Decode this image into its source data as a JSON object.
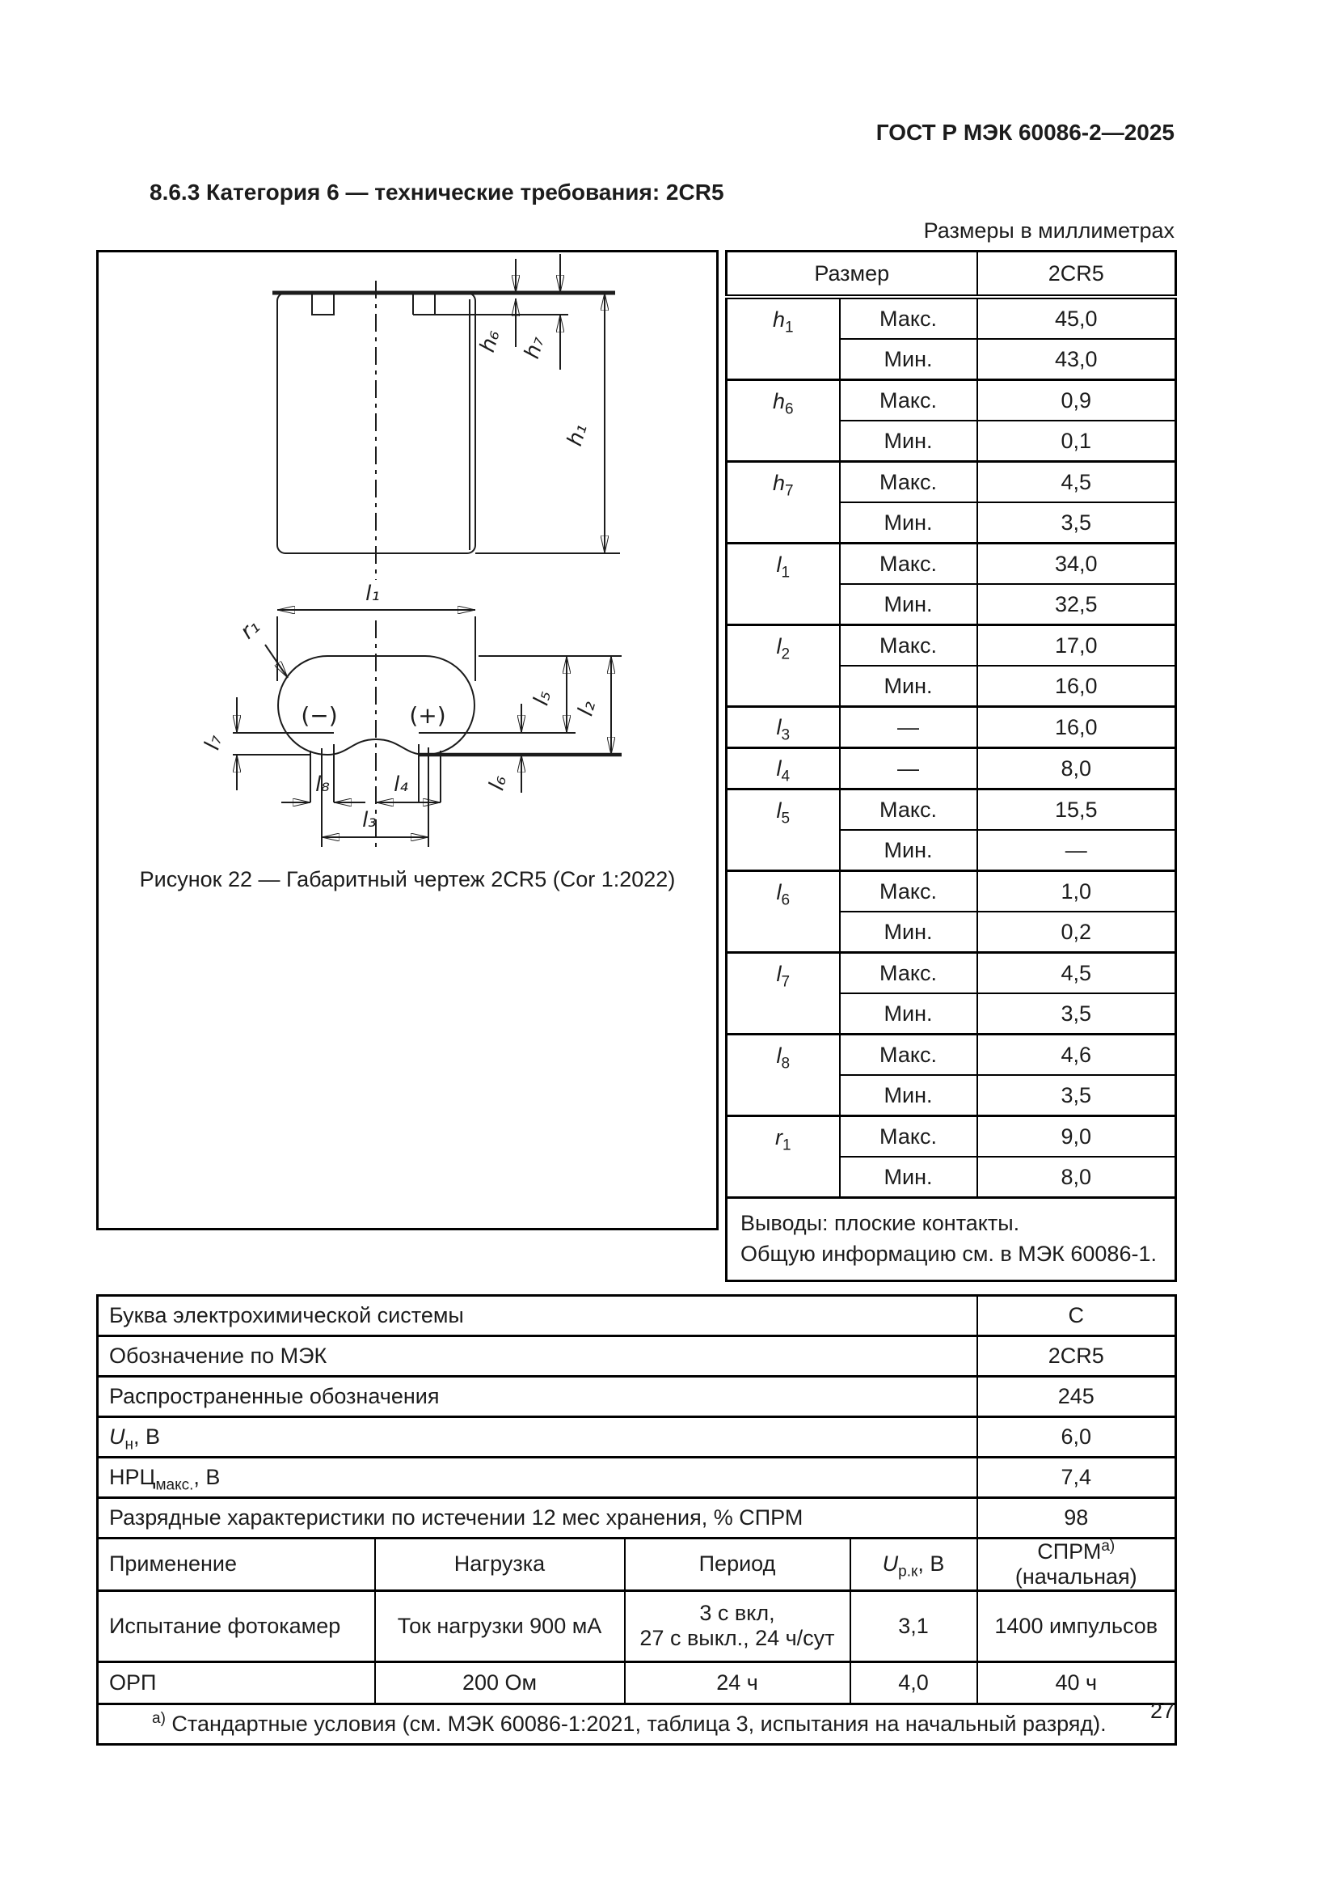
{
  "page": {
    "header": "ГОСТ Р МЭК 60086-2—2025",
    "section_heading": "8.6.3 Категория 6 — технические требования: 2CR5",
    "units_note": "Размеры в миллиметрах",
    "page_number": "27"
  },
  "figure": {
    "caption": "Рисунок 22 — Габаритный чертеж 2CR5 (Cor 1:2022)",
    "labels": {
      "h1": "h₁",
      "h6": "h₆",
      "h7": "h₇",
      "l1": "l₁",
      "l2": "l₂",
      "l3": "l₃",
      "l4": "l₄",
      "l5": "l₅",
      "l6": "l₆",
      "l7": "l₇",
      "l8": "l₈",
      "r1": "r₁",
      "minus": "(−)",
      "plus": "(+)"
    }
  },
  "dim_table": {
    "header": {
      "size": "Размер",
      "type": "2CR5"
    },
    "rows": [
      {
        "param": "h",
        "sub": "1",
        "entries": [
          {
            "bound": "Макс.",
            "value": "45,0"
          },
          {
            "bound": "Мин.",
            "value": "43,0"
          }
        ]
      },
      {
        "param": "h",
        "sub": "6",
        "entries": [
          {
            "bound": "Макс.",
            "value": "0,9"
          },
          {
            "bound": "Мин.",
            "value": "0,1"
          }
        ]
      },
      {
        "param": "h",
        "sub": "7",
        "entries": [
          {
            "bound": "Макс.",
            "value": "4,5"
          },
          {
            "bound": "Мин.",
            "value": "3,5"
          }
        ]
      },
      {
        "param": "l",
        "sub": "1",
        "entries": [
          {
            "bound": "Макс.",
            "value": "34,0"
          },
          {
            "bound": "Мин.",
            "value": "32,5"
          }
        ]
      },
      {
        "param": "l",
        "sub": "2",
        "entries": [
          {
            "bound": "Макс.",
            "value": "17,0"
          },
          {
            "bound": "Мин.",
            "value": "16,0"
          }
        ]
      },
      {
        "param": "l",
        "sub": "3",
        "entries": [
          {
            "bound": "—",
            "value": "16,0"
          }
        ]
      },
      {
        "param": "l",
        "sub": "4",
        "entries": [
          {
            "bound": "—",
            "value": "8,0"
          }
        ]
      },
      {
        "param": "l",
        "sub": "5",
        "entries": [
          {
            "bound": "Макс.",
            "value": "15,5"
          },
          {
            "bound": "Мин.",
            "value": "—"
          }
        ]
      },
      {
        "param": "l",
        "sub": "6",
        "entries": [
          {
            "bound": "Макс.",
            "value": "1,0"
          },
          {
            "bound": "Мин.",
            "value": "0,2"
          }
        ]
      },
      {
        "param": "l",
        "sub": "7",
        "entries": [
          {
            "bound": "Макс.",
            "value": "4,5"
          },
          {
            "bound": "Мин.",
            "value": "3,5"
          }
        ]
      },
      {
        "param": "l",
        "sub": "8",
        "entries": [
          {
            "bound": "Макс.",
            "value": "4,6"
          },
          {
            "bound": "Мин.",
            "value": "3,5"
          }
        ]
      },
      {
        "param": "r",
        "sub": "1",
        "entries": [
          {
            "bound": "Макс.",
            "value": "9,0"
          },
          {
            "bound": "Мин.",
            "value": "8,0"
          }
        ]
      }
    ],
    "note_line1": "Выводы: плоские контакты.",
    "note_line2": "Общую информацию см. в МЭК 60086-1."
  },
  "spec_table": {
    "rows": [
      {
        "label": "Буква электрохимической системы",
        "value": "C"
      },
      {
        "label": "Обозначение по МЭК",
        "value": "2CR5"
      },
      {
        "label": "Распространенные обозначения",
        "value": "245"
      },
      {
        "label_base": "U",
        "label_sub": "н",
        "label_rest": ", В",
        "value": "6,0"
      },
      {
        "label_base": "НРЦ",
        "label_sub": "макс.",
        "label_rest": ", В",
        "value": "7,4"
      },
      {
        "label": "Разрядные характеристики по истечении 12 мес хранения, % СПРМ",
        "value": "98"
      }
    ],
    "app_header": {
      "application": "Применение",
      "load": "Нагрузка",
      "period": "Период",
      "u_base": "U",
      "u_sub": "р.к",
      "u_rest": ", В",
      "sprm_base": "СПРМ",
      "sprm_sup": "а)",
      "sprm_rest": " (начальная)"
    },
    "app_rows": [
      {
        "application": "Испытание фотокамер",
        "load": "Ток нагрузки 900 мА",
        "period_line1": "3 с вкл,",
        "period_line2": "27 с выкл., 24 ч/сут",
        "voltage": "3,1",
        "sprm": "1400 импульсов"
      },
      {
        "application": "ОРП",
        "load": "200 Ом",
        "period_line1": "24 ч",
        "period_line2": "",
        "voltage": "4,0",
        "sprm": "40 ч"
      }
    ],
    "footnote_sup": "а)",
    "footnote_text": " Стандартные условия (см. МЭК 60086-1:2021, таблица 3, испытания на начальный разряд)."
  }
}
